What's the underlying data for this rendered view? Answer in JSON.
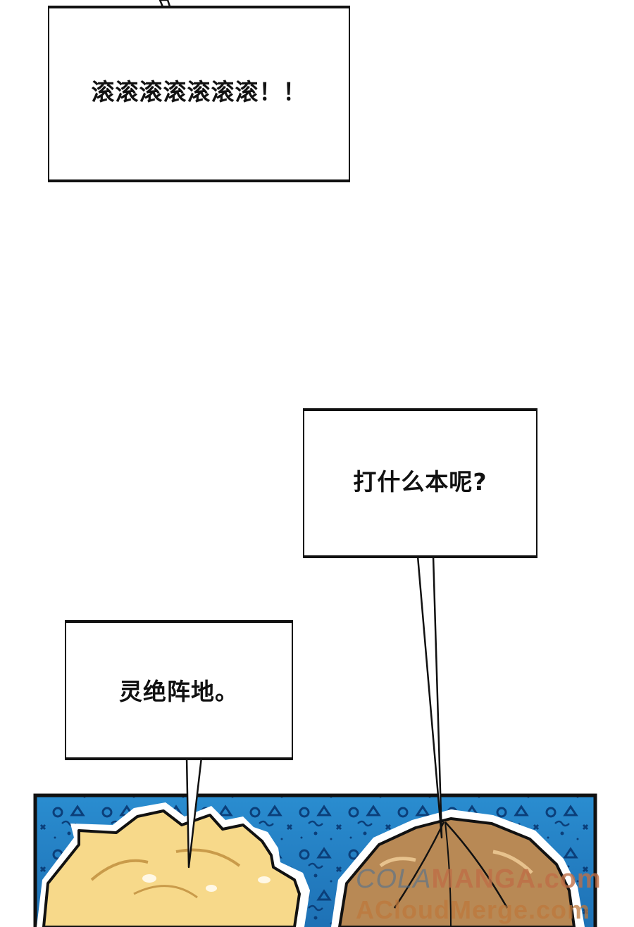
{
  "bubbles": {
    "shout": "滚滚滚滚滚滚滚！！",
    "question": "打什么本呢?",
    "answer": "灵绝阵地。"
  },
  "watermark": {
    "top_prefix": "COLA",
    "top_main": "MANGA",
    "top_suffix": ".com",
    "bottom": "ACloudMerge.com"
  },
  "colors": {
    "background": "#ffffff",
    "panel_blue": "#1e7fc2",
    "blonde_hair": "#f7d98a",
    "brown_hair": "#b88955",
    "ink": "#111111"
  }
}
